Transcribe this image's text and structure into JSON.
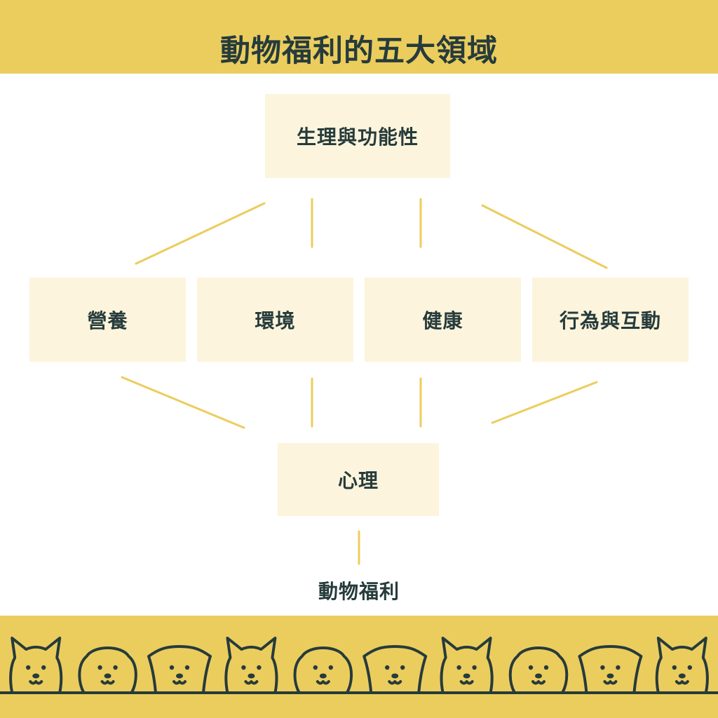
{
  "title": "動物福利的五大領域",
  "top_box": "生理與功能性",
  "middle_boxes": [
    "營養",
    "環境",
    "健康",
    "行為與互動"
  ],
  "bottom_box": "心理",
  "result_label": "動物福利",
  "colors": {
    "accent_yellow": "#ebcd5e",
    "box_fill": "#fcf4dc",
    "text_dark": "#263b3b"
  },
  "footer_icons": [
    "dog-icon",
    "dog-icon",
    "dog-icon",
    "dog-icon",
    "dog-icon",
    "dog-icon",
    "dog-icon",
    "dog-icon",
    "dog-icon",
    "dog-icon"
  ]
}
